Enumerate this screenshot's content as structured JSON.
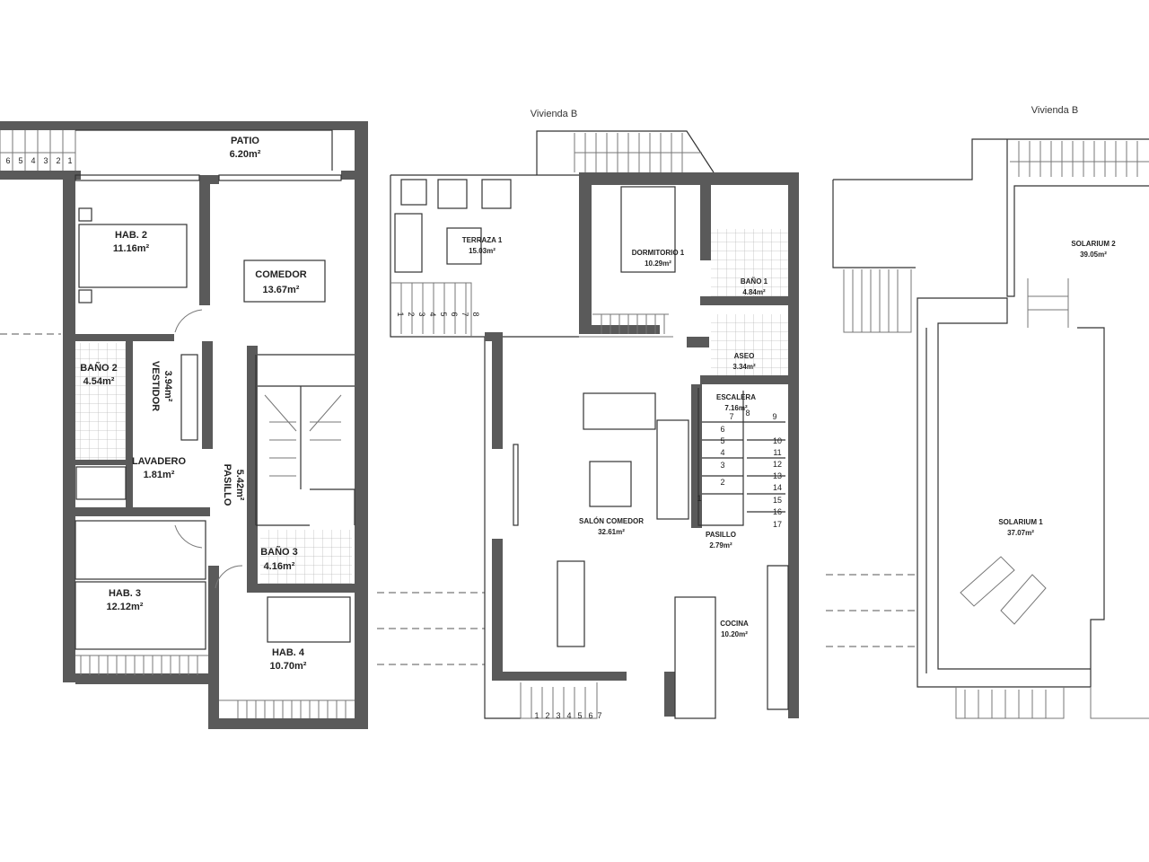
{
  "plans": {
    "ground": {
      "rooms": [
        {
          "name": "PATIO",
          "area": "6.20m²"
        },
        {
          "name": "HAB. 2",
          "area": "11.16m²"
        },
        {
          "name": "COMEDOR",
          "area": "13.67m²"
        },
        {
          "name": "BAÑO 2",
          "area": "4.54m²"
        },
        {
          "name": "VESTIDOR",
          "area": "3.94m²"
        },
        {
          "name": "LAVADERO",
          "area": "1.81m²"
        },
        {
          "name": "PASILLO",
          "area": "5.42m²"
        },
        {
          "name": "BAÑO 3",
          "area": "4.16m²"
        },
        {
          "name": "HAB. 3",
          "area": "12.12m²"
        },
        {
          "name": "HAB. 4",
          "area": "10.70m²"
        }
      ],
      "stair_steps": [
        "6",
        "5",
        "4",
        "3",
        "2",
        "1"
      ]
    },
    "first": {
      "title": "Vivienda B",
      "rooms": [
        {
          "name": "TERRAZA 1",
          "area": "15.03m²"
        },
        {
          "name": "DORMITORIO 1",
          "area": "10.29m²"
        },
        {
          "name": "BAÑO 1",
          "area": "4.84m²"
        },
        {
          "name": "ASEO",
          "area": "3.34m²"
        },
        {
          "name": "ESCALERA",
          "area": "7.16m²"
        },
        {
          "name": "SALÓN COMEDOR",
          "area": "32.61m²"
        },
        {
          "name": "PASILLO",
          "area": "2.79m²"
        },
        {
          "name": "COCINA",
          "area": "10.20m²"
        }
      ],
      "terrace_steps": [
        "1",
        "2",
        "3",
        "4",
        "5",
        "6",
        "7",
        "8"
      ],
      "entry_steps": [
        "1",
        "2",
        "3",
        "4",
        "5",
        "6",
        "7"
      ],
      "stair_steps_left": [
        "7",
        "6",
        "5",
        "4",
        "3",
        "2",
        "1"
      ],
      "stair_steps_right": [
        "8",
        "9",
        "10",
        "11",
        "12",
        "13",
        "14",
        "15",
        "16",
        "17"
      ]
    },
    "roof": {
      "title": "Vivienda B",
      "rooms": [
        {
          "name": "SOLARIUM 2",
          "area": "39.05m²"
        },
        {
          "name": "SOLARIUM 1",
          "area": "37.07m²"
        }
      ]
    }
  }
}
